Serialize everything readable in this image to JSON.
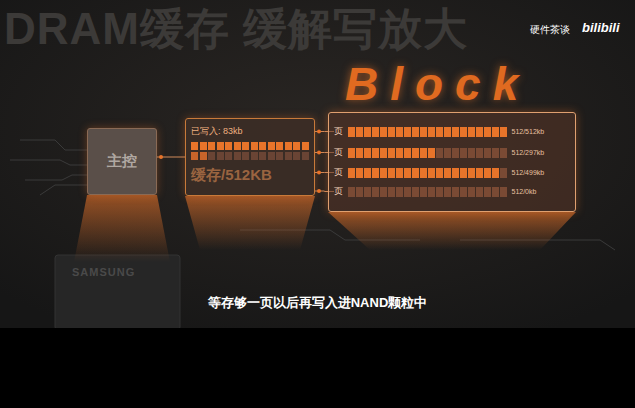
{
  "diagram": {
    "title": "DRAM缓存 缓解写放大",
    "caption": "等存够一页以后再写入进NAND颗粒中",
    "nodes": [
      {
        "text": [
          "主控"
        ]
      },
      {
        "text": [
          "已写入: 83kb",
          "缓存/512KB"
        ]
      },
      {
        "text": [
          "Block"
        ]
      },
      {
        "text": [
          "页",
          "512/512kb"
        ],
        "in": 2
      },
      {
        "text": [
          "页",
          "512/297kb"
        ],
        "in": 2
      },
      {
        "text": [
          "页",
          "512/499kb"
        ],
        "in": 2
      },
      {
        "text": [
          "页",
          "512/0kb"
        ],
        "in": 2
      }
    ],
    "edges": [
      {
        "from": 0,
        "to": 1,
        "arrow": "none"
      },
      {
        "from": 1,
        "to": 3,
        "arrow": "none"
      },
      {
        "from": 1,
        "to": 4,
        "arrow": "none"
      },
      {
        "from": 1,
        "to": 5,
        "arrow": "none"
      },
      {
        "from": 1,
        "to": 6,
        "arrow": "none"
      }
    ],
    "labels": [
      "硬件茶谈",
      "bilibili",
      "SAMSUNG"
    ]
  }
}
